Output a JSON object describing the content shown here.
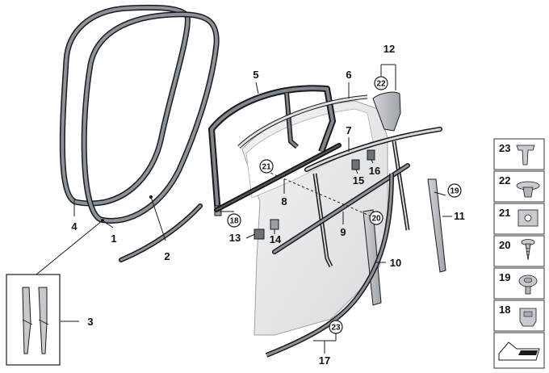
{
  "diagram": {
    "callouts": {
      "c1": "1",
      "c2": "2",
      "c3": "3",
      "c4": "4",
      "c5": "5",
      "c6": "6",
      "c7": "7",
      "c8": "8",
      "c9": "9",
      "c10": "10",
      "c11": "11",
      "c12": "12",
      "c13": "13",
      "c14": "14",
      "c15": "15",
      "c16": "16",
      "c17": "17"
    },
    "circled": {
      "r18": "18",
      "r19": "19",
      "r20": "20",
      "r21": "21",
      "r22a": "22",
      "r23a": "23"
    },
    "parts_key": [
      {
        "number": "23",
        "icon": "expanding-rivet-icon"
      },
      {
        "number": "22",
        "icon": "expanding-nut-icon"
      },
      {
        "number": "21",
        "icon": "spring-nut-icon"
      },
      {
        "number": "20",
        "icon": "screw-icon"
      },
      {
        "number": "19",
        "icon": "bolt-icon"
      },
      {
        "number": "18",
        "icon": "clip-icon"
      }
    ],
    "colors": {
      "line": "#1a1a1a",
      "seal": "#8b9299",
      "door_panel": "#e6e7e9",
      "part_gray": "#b9bdc2",
      "key_border": "#333333"
    }
  }
}
